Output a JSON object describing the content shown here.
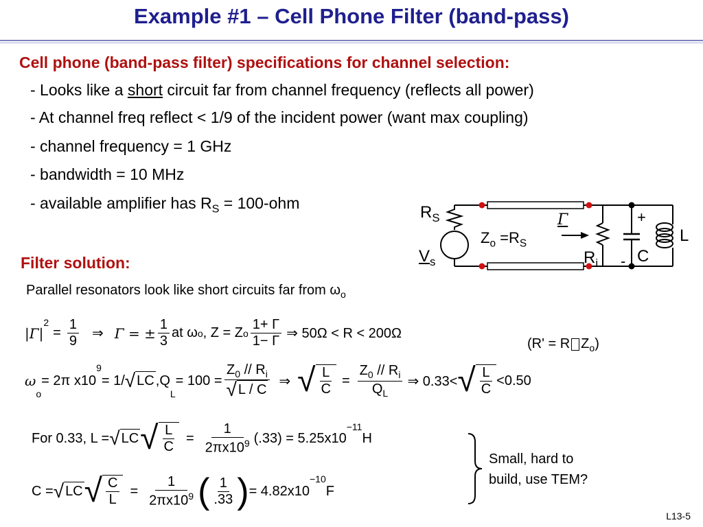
{
  "title": "Example #1 – Cell Phone Filter (band-pass)",
  "spec_heading": "Cell phone (band-pass filter) specifications for channel selection:",
  "bullets": {
    "b1_pre": "- Looks like a ",
    "b1_u": "short",
    "b1_post": " circuit far from channel frequency (reflects all power)",
    "b2": "- At channel freq reflect < 1/9 of the incident power (want max coupling)",
    "b3": "- channel frequency = 1 GHz",
    "b4": "- bandwidth = 10 MHz",
    "b5_pre": "- available amplifier has R",
    "b5_sub": "S",
    "b5_post": " = 100-ohm"
  },
  "solution_heading": "Filter solution:",
  "parallel_text": "Parallel resonators look like short circuits far from ω",
  "parallel_sub": "o",
  "circuit": {
    "rs": "R",
    "rs_sub": "S",
    "vs": "V",
    "vs_sub": "s",
    "zo": "Z",
    "zo_sub": "o",
    "zo_eq": " =R",
    "zo_eq_sub": "S",
    "gamma": "Γ",
    "ri": "R",
    "ri_sub": "i",
    "plus": "+",
    "minus": "-",
    "c": "C",
    "l": "L"
  },
  "eq1": {
    "gamma_sq": "|Γ|",
    "sq": "2",
    "eq": "=",
    "one": "1",
    "nine": "9",
    "implies": "⇒",
    "gamma_pm": "Γ = ±",
    "three": "3",
    "at": " at ω",
    "at_sub": "o",
    "z_part": ",  Z = Z",
    "z_sub": "o",
    "num": "1+ Γ",
    "den": "1− Γ",
    "result": "⇒   50Ω < R < 200Ω"
  },
  "note": "(R' = R",
  "note_mid": "Z",
  "note_sub": "o",
  "note_end": ")",
  "eq2": {
    "w": "ω",
    "w_sub": "o",
    "w_rhs": " = 2π  x10",
    "w_exp": "9",
    "w_tail": " = 1/ ",
    "lc": "LC",
    "comma": ",",
    "q": "   Q",
    "q_sub": "L",
    "q_eq": " = 100 =",
    "num1": "Z",
    "num1_sub": "0",
    "num1_rest": " // R",
    "num1_sub2": "i",
    "den1": "L / C",
    "implies": "⇒",
    "lfrac_l": "L",
    "lfrac_c": "C",
    "eq": "=",
    "num2": "Z",
    "num2_sub": "0",
    "num2_rest": " // R",
    "num2_sub2": "i",
    "den2": "Q",
    "den2_sub": "L",
    "range_pre": "⇒ 0.33<",
    "range_post": "<0.50"
  },
  "eq3": {
    "for": "For  0.33,  L = ",
    "lc": "LC",
    "l": "L",
    "c": "C",
    "eq": "=",
    "one": "1",
    "den": "2πx10",
    "den_exp": "9",
    "tail": "(.33) = 5.25x10",
    "tail_exp": "−11",
    "unit": "H"
  },
  "eq4": {
    "c": "C = ",
    "lc": "LC",
    "cfrac_c": "C",
    "cfrac_l": "L",
    "eq": "=",
    "one": "1",
    "den": "2πx10",
    "den_exp": "9",
    "p_num": "1",
    "p_den": ".33",
    "tail": " = 4.82x10",
    "tail_exp": "−10",
    "unit": "F"
  },
  "side_note_1": "Small, hard to",
  "side_note_2": "build, use TEM?",
  "slide_number": "L13-5"
}
